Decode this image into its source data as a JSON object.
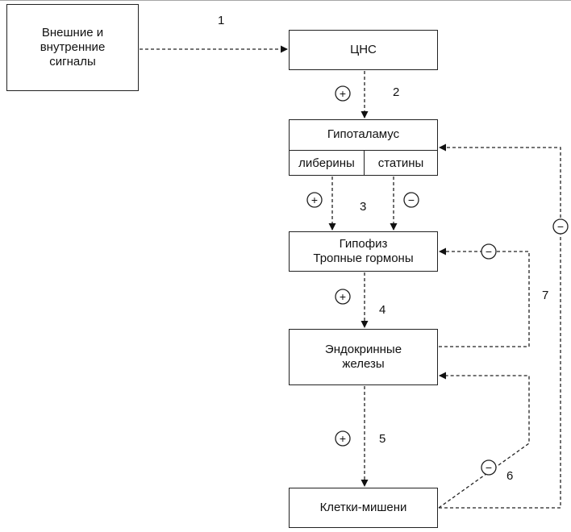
{
  "nodes": {
    "external": {
      "line1": "Внешние и",
      "line2": "внутренние",
      "line3": "сигналы"
    },
    "cns": "ЦНС",
    "hypothalamus": {
      "title": "Гипоталамус",
      "liberins": "либерины",
      "statins": "статины"
    },
    "pituitary": {
      "line1": "Гипофиз",
      "line2": "Тропные гормоны"
    },
    "endocrine": {
      "line1": "Эндокринные",
      "line2": "железы"
    },
    "target": "Клетки-мишени"
  },
  "signs": {
    "plus": "+",
    "minus": "−"
  },
  "numbers": {
    "n1": "1",
    "n2": "2",
    "n3": "3",
    "n4": "4",
    "n5": "5",
    "n6": "6",
    "n7": "7"
  }
}
